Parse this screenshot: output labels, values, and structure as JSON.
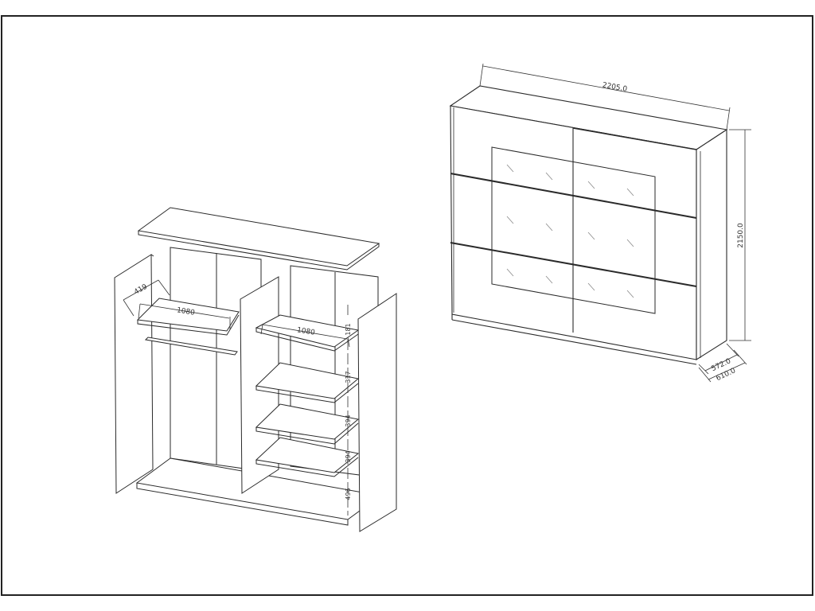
{
  "drawing": {
    "type": "technical furniture drawing",
    "subject": "sliding-door wardrobe"
  },
  "closed_view": {
    "width_label": "2205.0",
    "height_label": "2150.0",
    "inner_depth_label": "572.0",
    "outer_depth_label": "610.0"
  },
  "open_view": {
    "depth_label": "419",
    "left_shelf_width_label": "1080",
    "right_shelf_width_label": "1080",
    "shelf_spacings": [
      "181",
      "317",
      "394",
      "394",
      "496"
    ]
  },
  "colors": {
    "line": "#2a2a2a",
    "thin_line": "#555555",
    "background": "#ffffff"
  }
}
